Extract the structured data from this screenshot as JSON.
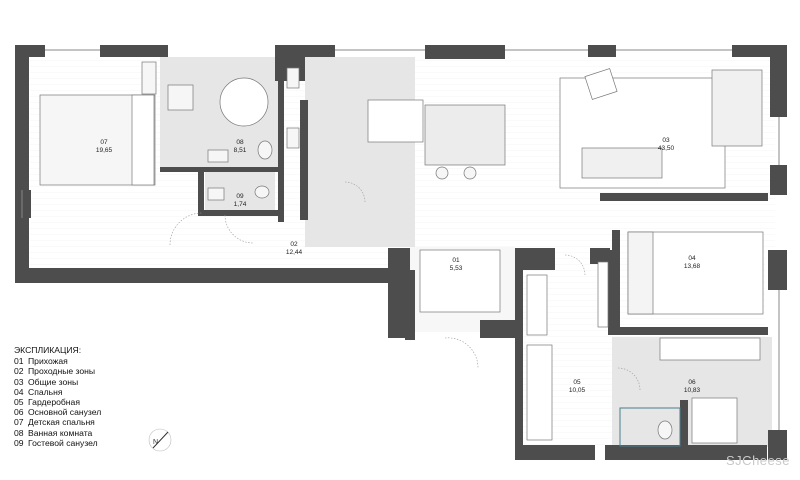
{
  "rooms": [
    {
      "id": "07",
      "area": "19,65"
    },
    {
      "id": "08",
      "area": "8,51"
    },
    {
      "id": "09",
      "area": "1,74"
    },
    {
      "id": "02",
      "area": "12,44"
    },
    {
      "id": "01",
      "area": "5,53"
    },
    {
      "id": "03",
      "area": "43,50"
    },
    {
      "id": "04",
      "area": "13,68"
    },
    {
      "id": "05",
      "area": "10,05"
    },
    {
      "id": "06",
      "area": "10,83"
    }
  ],
  "legend": {
    "title": "ЭКСПЛИКАЦИЯ:",
    "items": [
      {
        "num": "01",
        "label": "Прихожая"
      },
      {
        "num": "02",
        "label": "Проходные зоны"
      },
      {
        "num": "03",
        "label": "Общие зоны"
      },
      {
        "num": "04",
        "label": "Спальня"
      },
      {
        "num": "05",
        "label": "Гардеробная"
      },
      {
        "num": "06",
        "label": "Основной санузел"
      },
      {
        "num": "07",
        "label": "Детская спальня"
      },
      {
        "num": "08",
        "label": "Ванная комната"
      },
      {
        "num": "09",
        "label": "Гостевой санузел"
      }
    ]
  },
  "north_label": "N",
  "watermark": "SJCheese",
  "colors": {
    "wall": "#4d4d4d",
    "tile": "#e4e4e4",
    "floor": "#ffffff",
    "furniture": "#f4f4f4"
  }
}
